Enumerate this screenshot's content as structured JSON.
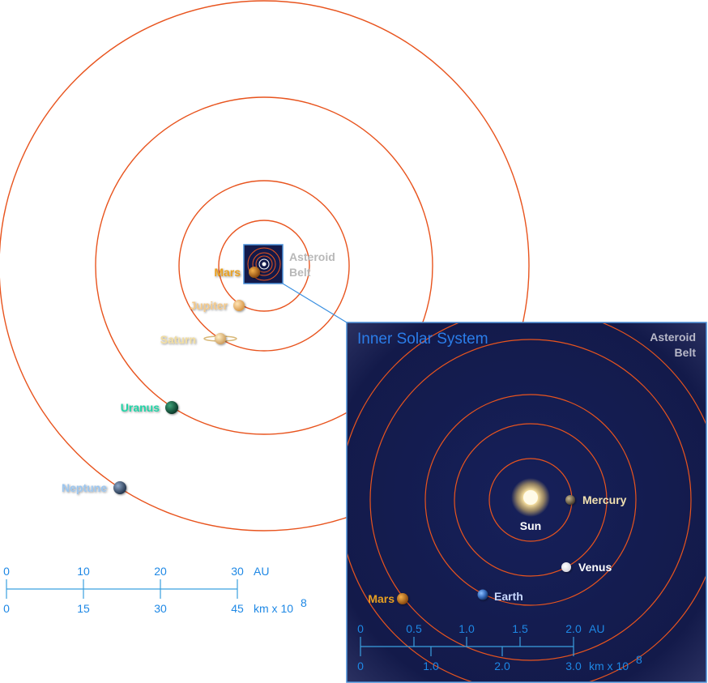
{
  "outer": {
    "planets": [
      {
        "name": "Mars",
        "color": "#e8a020"
      },
      {
        "name": "Jupiter",
        "color": "#f3c98a"
      },
      {
        "name": "Saturn",
        "color": "#f0dca0"
      },
      {
        "name": "Uranus",
        "color": "#24d3a6"
      },
      {
        "name": "Neptune",
        "color": "#9cc6ef"
      }
    ],
    "asteroid_label": [
      "Asteroid",
      "Belt"
    ]
  },
  "inset": {
    "title": "Inner Solar System",
    "asteroid_label": [
      "Asteroid",
      "Belt"
    ],
    "sun_label": "Sun",
    "planets": [
      {
        "name": "Mercury"
      },
      {
        "name": "Venus"
      },
      {
        "name": "Earth"
      },
      {
        "name": "Mars"
      }
    ],
    "scale": {
      "top_ticks": [
        "0",
        "0.5",
        "1.0",
        "1.5",
        "2.0"
      ],
      "top_unit": "AU",
      "bottom_ticks": [
        "0",
        "1.0",
        "2.0",
        "3.0"
      ],
      "bottom_unit": "km x 10",
      "exponent": "8"
    }
  },
  "outer_scale": {
    "top_ticks": [
      "0",
      "10",
      "20",
      "30"
    ],
    "top_unit": "AU",
    "bottom_ticks": [
      "0",
      "15",
      "30",
      "45"
    ],
    "bottom_unit": "km x 10",
    "exponent": "8"
  },
  "colors": {
    "orbit": "#e8541e",
    "inset_bg": "#131a4a",
    "inset_border": "#4a8fd8",
    "scale_line": "#3aa0e0",
    "title": "#2b7de9"
  }
}
